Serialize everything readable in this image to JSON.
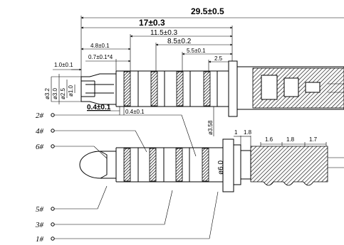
{
  "dimensions": {
    "overall": "29.5±0.5",
    "plug_length": "17±0.3",
    "d_11_5": "11.5±0.3",
    "d_8_5": "8.5±0.2",
    "d_5_5": "5.5±0.1",
    "d_2_5": "2.5",
    "d_4_8": "4.8±0.1",
    "d_0_7": "0.7±0.1*4",
    "d_1_0": "1.0±0.1",
    "d_0_4_bold": "0.4±0.1",
    "d_0_4": "0.4±0.1",
    "dia_3_2": "ø3.2",
    "dia_3_0": "ø3.0",
    "dia_2_5": "ø2.5",
    "dia_1_0": "ø1.0",
    "dia_3_58": "ø3.58",
    "dia_6_0": "ø6.0",
    "d_1": "1",
    "d_1_8a": "1.8",
    "d_1_6": "1.6",
    "d_1_8b": "1.8",
    "d_1_7": "1.7"
  },
  "pins": [
    "2#",
    "4#",
    "6#",
    "5#",
    "3#",
    "1#"
  ]
}
